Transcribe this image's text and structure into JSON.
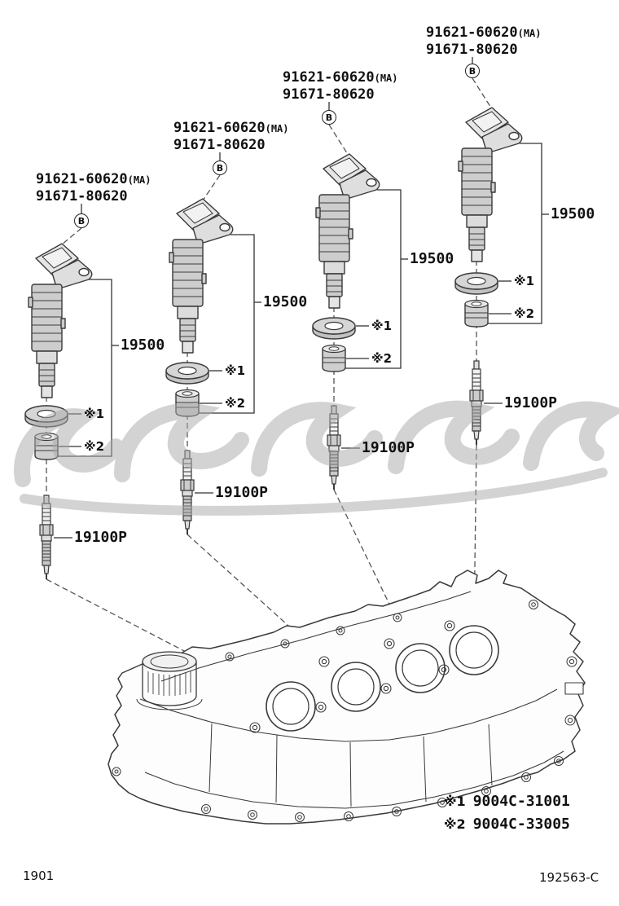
{
  "coils": [
    {
      "part_no": "91621-60620",
      "part_no_suffix": "(MA)",
      "part_no_alt": "91671-80620",
      "connector_ref": "B",
      "assembly_no": "19500",
      "washer_mark": "※1",
      "boot_mark": "※2",
      "spark_plug_no": "19100P"
    },
    {
      "part_no": "91621-60620",
      "part_no_suffix": "(MA)",
      "part_no_alt": "91671-80620",
      "connector_ref": "B",
      "assembly_no": "19500",
      "washer_mark": "※1",
      "boot_mark": "※2",
      "spark_plug_no": "19100P"
    },
    {
      "part_no": "91621-60620",
      "part_no_suffix": "(MA)",
      "part_no_alt": "91671-80620",
      "connector_ref": "B",
      "assembly_no": "19500",
      "washer_mark": "※1",
      "boot_mark": "※2",
      "spark_plug_no": "19100P"
    },
    {
      "part_no": "91621-60620",
      "part_no_suffix": "(MA)",
      "part_no_alt": "91671-80620",
      "connector_ref": "B",
      "assembly_no": "19500",
      "washer_mark": "※1",
      "boot_mark": "※2",
      "spark_plug_no": "19100P"
    }
  ],
  "legend": {
    "rows": [
      {
        "mark": "※1",
        "part_no": "9004C-31001"
      },
      {
        "mark": "※2",
        "part_no": "9004C-33005"
      }
    ]
  },
  "footer": {
    "page_code": "1901",
    "figure_code": "192563-C"
  }
}
